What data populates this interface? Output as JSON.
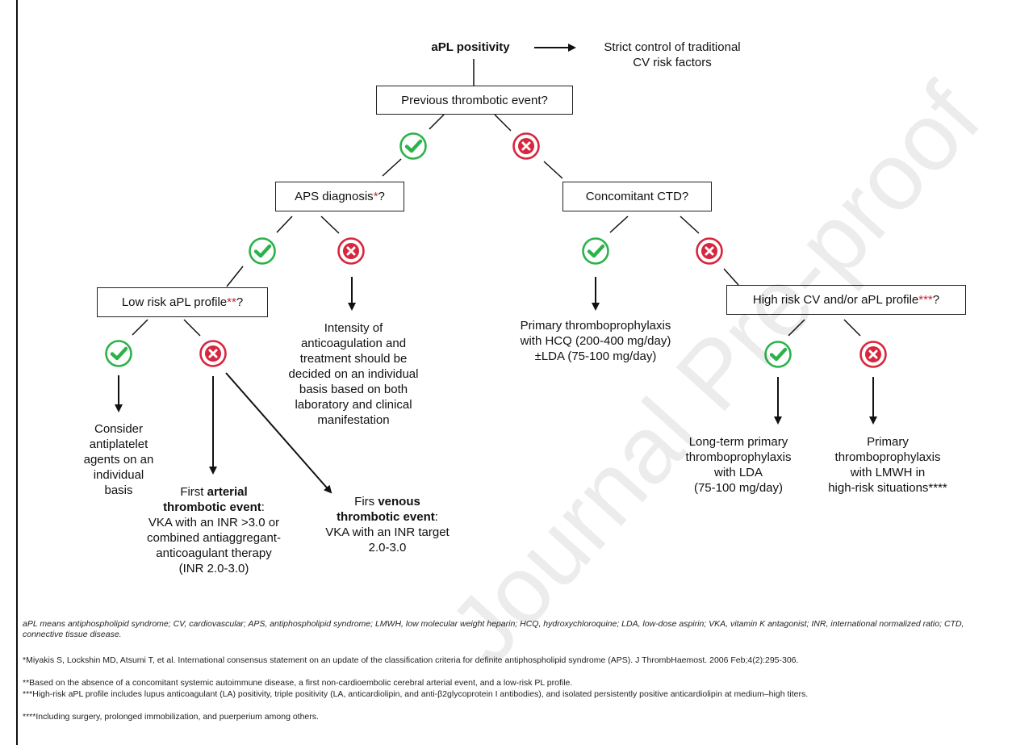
{
  "diagram": {
    "root": {
      "bold": "aPL positivity"
    },
    "strict": {
      "line1": "Strict control of traditional",
      "line2": "CV risk factors"
    },
    "q_prev": "Previous thrombotic event?",
    "q_aps": {
      "text": "APS diagnosis",
      "mark": "*",
      "tail": "?"
    },
    "q_ctd": "Concomitant CTD?",
    "q_lowrisk": {
      "text": "Low risk aPL profile",
      "mark": "**",
      "tail": "?"
    },
    "q_highrisk": {
      "text": "High risk CV and/or aPL profile",
      "mark": "***",
      "tail": "?"
    },
    "out_consider": [
      "Consider",
      "antiplatelet",
      "agents on an",
      "individual",
      "basis"
    ],
    "out_intensity": [
      "Intensity of",
      "anticoagulation and",
      "treatment should be",
      "decided on an individual",
      "basis based on both",
      "laboratory and clinical",
      "manifestation"
    ],
    "out_primary_hcq": [
      "Primary thromboprophylaxis",
      "with HCQ (200-400 mg/day)",
      "±LDA (75-100 mg/day)"
    ],
    "out_arterial": {
      "pre": "First ",
      "bold1": "arterial",
      "bold2": "thrombotic event",
      "post2": ":",
      "lines": [
        "VKA with an INR >3.0 or",
        "combined antiaggregant-",
        "anticoagulant therapy",
        "(INR 2.0-3.0)"
      ]
    },
    "out_venous": {
      "pre": "Firs ",
      "bold1": "venous",
      "bold2": "thrombotic event",
      "post2": ":",
      "lines": [
        "VKA with an INR target",
        "2.0-3.0"
      ]
    },
    "out_longterm": [
      "Long-term primary",
      "thromboprophylaxis",
      "with LDA",
      "(75-100 mg/day)"
    ],
    "out_lmwh": [
      "Primary",
      "thromboprophylaxis",
      "with LMWH in",
      "high-risk situations****"
    ]
  },
  "footnotes": {
    "abbrev": "aPL means antiphospholipid syndrome; CV, cardiovascular; APS, antiphospholipid syndrome; LMWH, low molecular weight heparin; HCQ, hydroxychloroquine; LDA, low-dose aspirin; VKA, vitamin K antagonist; INR, international normalized ratio; CTD, connective tissue disease.",
    "f1": "*Miyakis S, Lockshin MD, Atsumi T, et al. International consensus statement on an update of the classification criteria for definite antiphospholipid syndrome (APS). J ThrombHaemost. 2006 Feb;4(2):295-306.",
    "f2": "**Based on the absence of a concomitant systemic autoimmune disease, a first non-cardioembolic cerebral arterial event, and a low-risk PL profile.",
    "f3": "***High-risk aPL profile includes lupus anticoagulant (LA) positivity, triple positivity (LA, anticardiolipin, and anti-β2glycoprotein I antibodies), and isolated persistently positive anticardiolipin at medium–high titers.",
    "f4": "****Including surgery, prolonged immobilization, and puerperium among others."
  },
  "watermark": "Journal Pre-proof",
  "colors": {
    "yes": "#2bb34a",
    "no": "#d7263d",
    "line": "#111111"
  },
  "icons": {
    "yes": "check-circle-icon",
    "no": "x-circle-icon"
  }
}
